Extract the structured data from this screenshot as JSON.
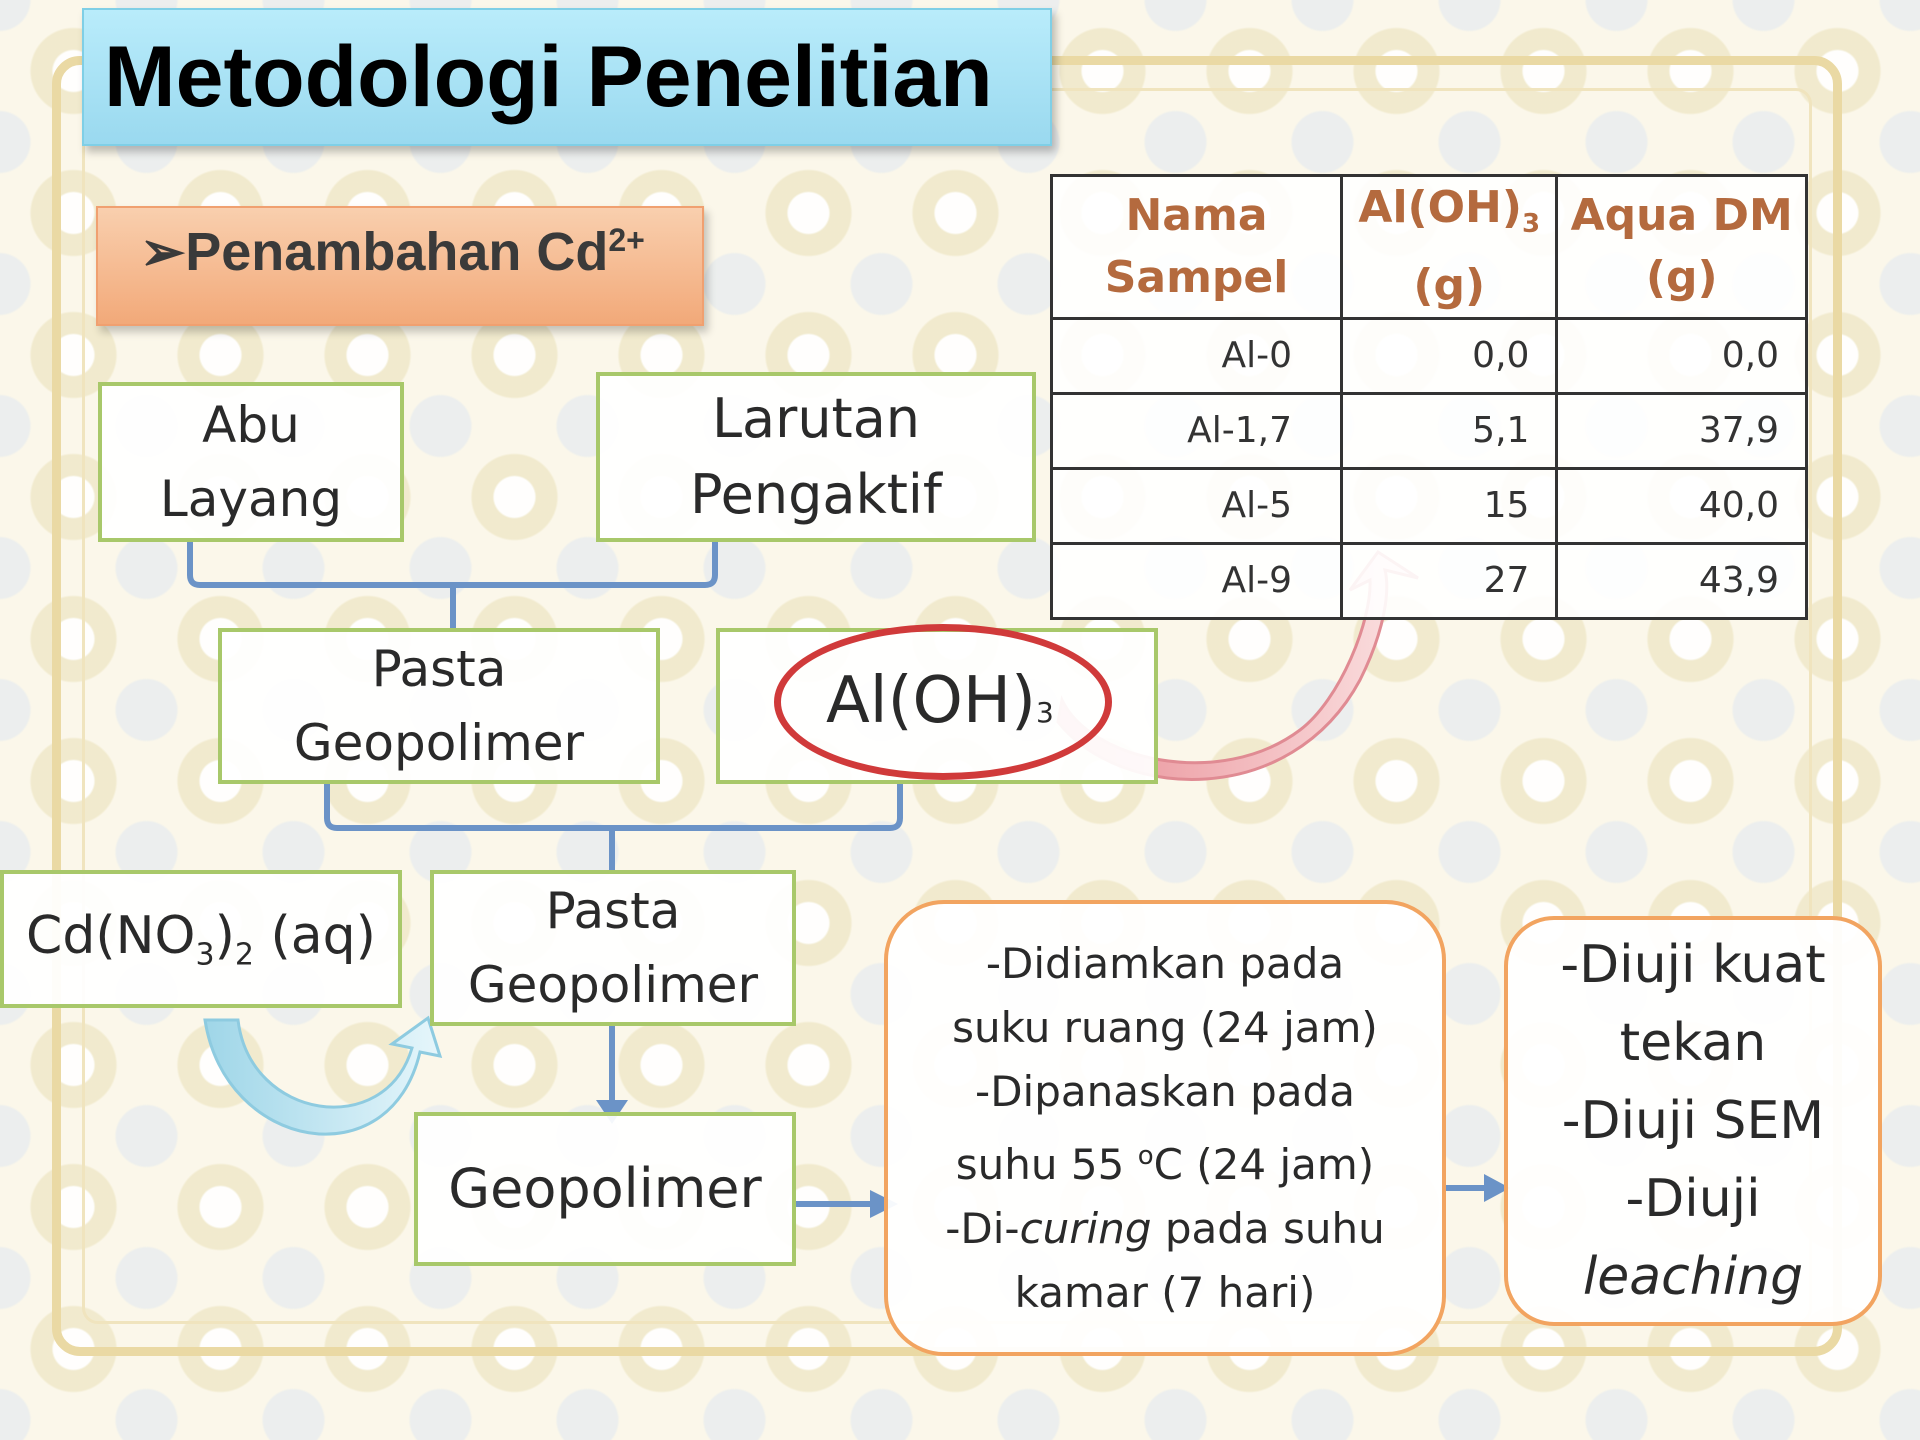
{
  "title": "Metodologi Penelitian",
  "subtitle": {
    "marker": "➢",
    "text": "Penambahan Cd",
    "superscript": "2+"
  },
  "boxes": {
    "abu_layang": [
      "Abu",
      "Layang"
    ],
    "larutan_pengaktif": [
      "Larutan",
      "Pengaktif"
    ],
    "pasta_geopolimer_1": [
      "Pasta",
      "Geopolimer"
    ],
    "aloh3": {
      "main": "Al(OH)",
      "sub": "3"
    },
    "cdno3": {
      "part1": "Cd(NO",
      "sub1": "3",
      "part2": ")",
      "sub2": "2",
      "part3": " (aq)"
    },
    "pasta_geopolimer_2": [
      "Pasta",
      "Geopolimer"
    ],
    "geopolimer": "Geopolimer"
  },
  "process_steps": [
    "-Didiamkan pada",
    "suku ruang (24 jam)",
    "-Dipanaskan pada",
    "suhu 55  ",
    "o",
    "C (24 jam)",
    "-Di-",
    "curing",
    "  pada suhu",
    "kamar (7 hari)"
  ],
  "tests": {
    "line1": "-Diuji kuat",
    "line2": "tekan",
    "line3": "-Diuji SEM",
    "line4": "-Diuji",
    "line5": "leaching"
  },
  "table": {
    "headers": [
      {
        "line1": "Nama",
        "line2": "Sampel"
      },
      {
        "line1": "Al(OH)",
        "sub": "3",
        "line2": "(g)"
      },
      {
        "line1": "Aqua DM",
        "line2": "(g)"
      }
    ],
    "rows": [
      [
        "Al-0",
        "0,0",
        "0,0"
      ],
      [
        "Al-1,7",
        "5,1",
        "37,9"
      ],
      [
        "Al-5",
        "15",
        "40,0"
      ],
      [
        "Al-9",
        "27",
        "43,9"
      ]
    ]
  },
  "colors": {
    "box_border": "#a8c86a",
    "connector": "#6b93c7",
    "highlight_ellipse": "#d03a3a",
    "table_header": "#b46a3e",
    "rounded_border": "#f2a460"
  }
}
